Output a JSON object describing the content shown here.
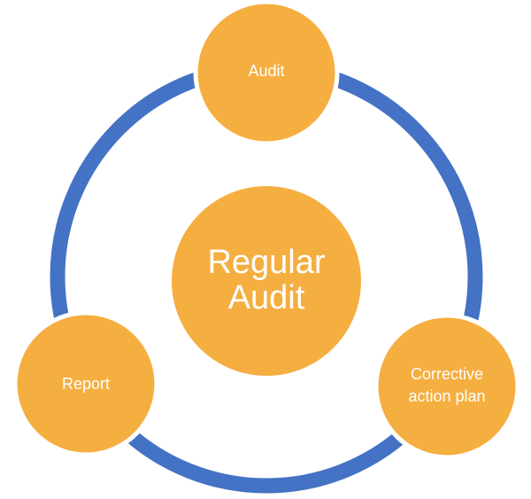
{
  "diagram": {
    "colors": {
      "ring": "#4472C4",
      "node_fill": "#F5AE40",
      "node_stroke": "#ffffff",
      "text": "#ffffff"
    },
    "center": {
      "line1": "Regular",
      "line2": "Audit"
    },
    "nodes": {
      "audit": {
        "label": "Audit"
      },
      "corrective": {
        "line1": "Corrective",
        "line2": "action plan"
      },
      "report": {
        "label": "Report"
      }
    }
  }
}
